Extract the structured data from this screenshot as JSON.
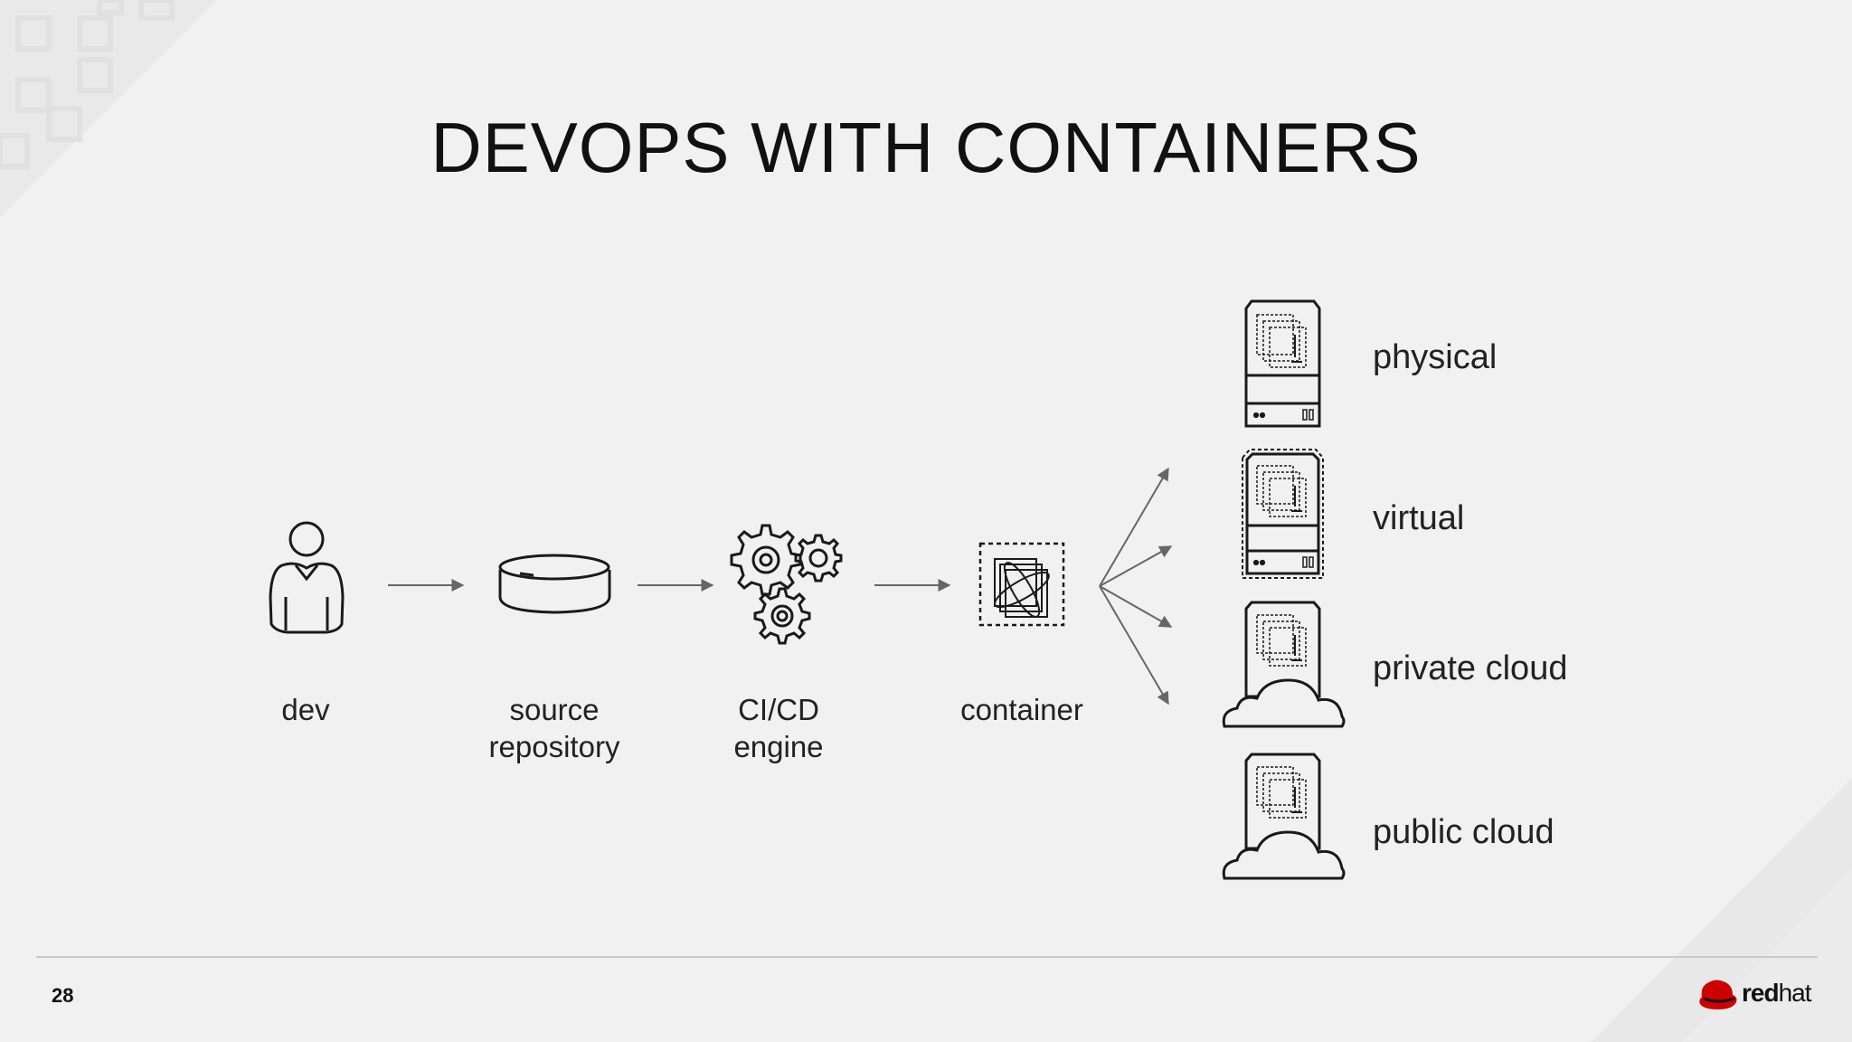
{
  "slide": {
    "title": "DEVOPS WITH CONTAINERS",
    "page_number": "28"
  },
  "pipeline": [
    {
      "id": "dev",
      "icon": "person-icon",
      "label_lines": [
        "dev"
      ]
    },
    {
      "id": "source-repository",
      "icon": "repository-icon",
      "label_lines": [
        "source",
        "repository"
      ]
    },
    {
      "id": "cicd-engine",
      "icon": "gears-icon",
      "label_lines": [
        "CI/CD",
        "engine"
      ]
    },
    {
      "id": "container",
      "icon": "container-icon",
      "label_lines": [
        "container"
      ]
    }
  ],
  "targets": [
    {
      "id": "physical",
      "icon": "physical-server-icon",
      "label": "physical"
    },
    {
      "id": "virtual",
      "icon": "virtual-server-icon",
      "label": "virtual"
    },
    {
      "id": "private-cloud",
      "icon": "private-cloud-server-icon",
      "label": "private cloud"
    },
    {
      "id": "public-cloud",
      "icon": "public-cloud-server-icon",
      "label": "public cloud"
    }
  ],
  "brand": {
    "logo_icon": "redhat-logo-icon",
    "text_bold": "red",
    "text_regular": "hat",
    "accent_color": "#cc0000"
  },
  "colors": {
    "background": "#f1f1f1",
    "ink": "#1a1a1a",
    "arrow": "#666666"
  }
}
